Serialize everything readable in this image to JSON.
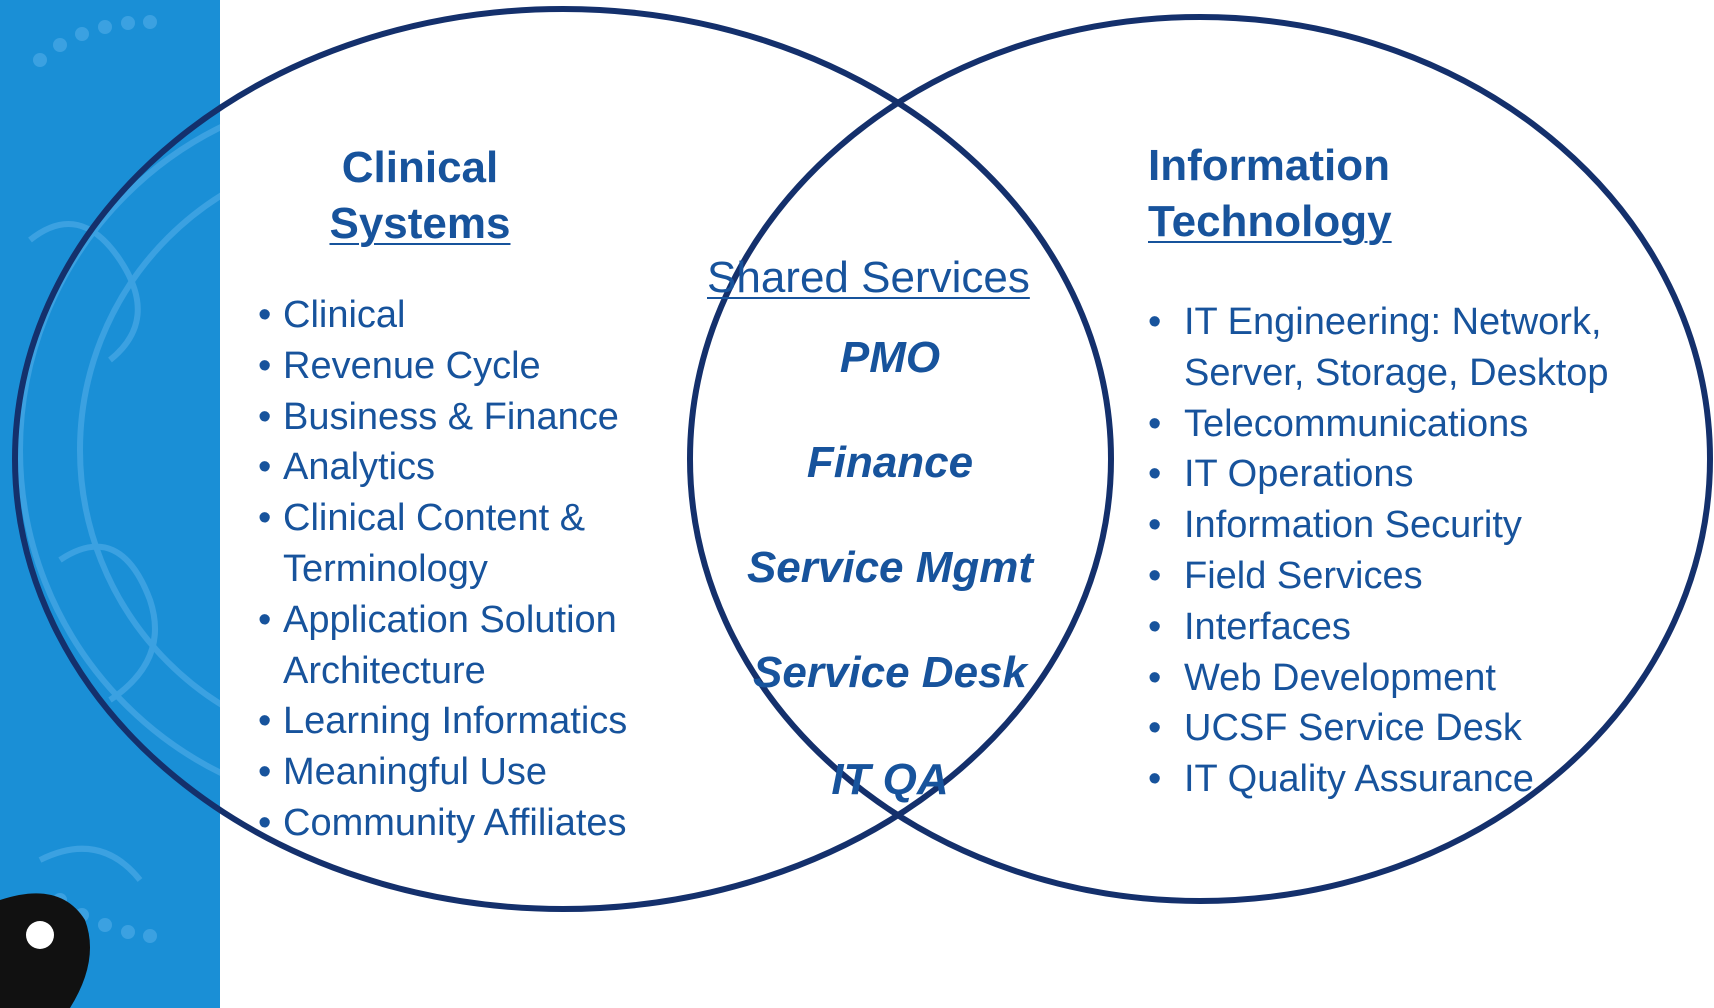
{
  "colors": {
    "primary_text": "#17539c",
    "circle_stroke": "#14306c",
    "sidebar_blue": "#1a8fd6"
  },
  "left_circle": {
    "title_line1": "Clinical",
    "title_line2": "Systems",
    "items": [
      [
        "Clinical"
      ],
      [
        "Revenue Cycle"
      ],
      [
        "Business & Finance"
      ],
      [
        "Analytics"
      ],
      [
        "Clinical Content &",
        "Terminology"
      ],
      [
        "Application Solution",
        "Architecture"
      ],
      [
        "Learning Informatics"
      ],
      [
        "Meaningful Use"
      ],
      [
        "Community Affiliates"
      ]
    ]
  },
  "intersection": {
    "title": "Shared Services",
    "items": [
      "PMO",
      "Finance",
      "Service Mgmt",
      "Service Desk",
      "IT QA"
    ]
  },
  "right_circle": {
    "title_line1": "Information",
    "title_line2": "Technology",
    "items": [
      [
        "IT Engineering:  Network,",
        "Server, Storage, Desktop"
      ],
      [
        "Telecommunications"
      ],
      [
        "IT Operations"
      ],
      [
        "Information Security"
      ],
      [
        "Field Services"
      ],
      [
        "Interfaces"
      ],
      [
        "Web Development"
      ],
      [
        "UCSF Service Desk"
      ],
      [
        "IT Quality Assurance"
      ]
    ]
  },
  "bullet_glyph": "•"
}
